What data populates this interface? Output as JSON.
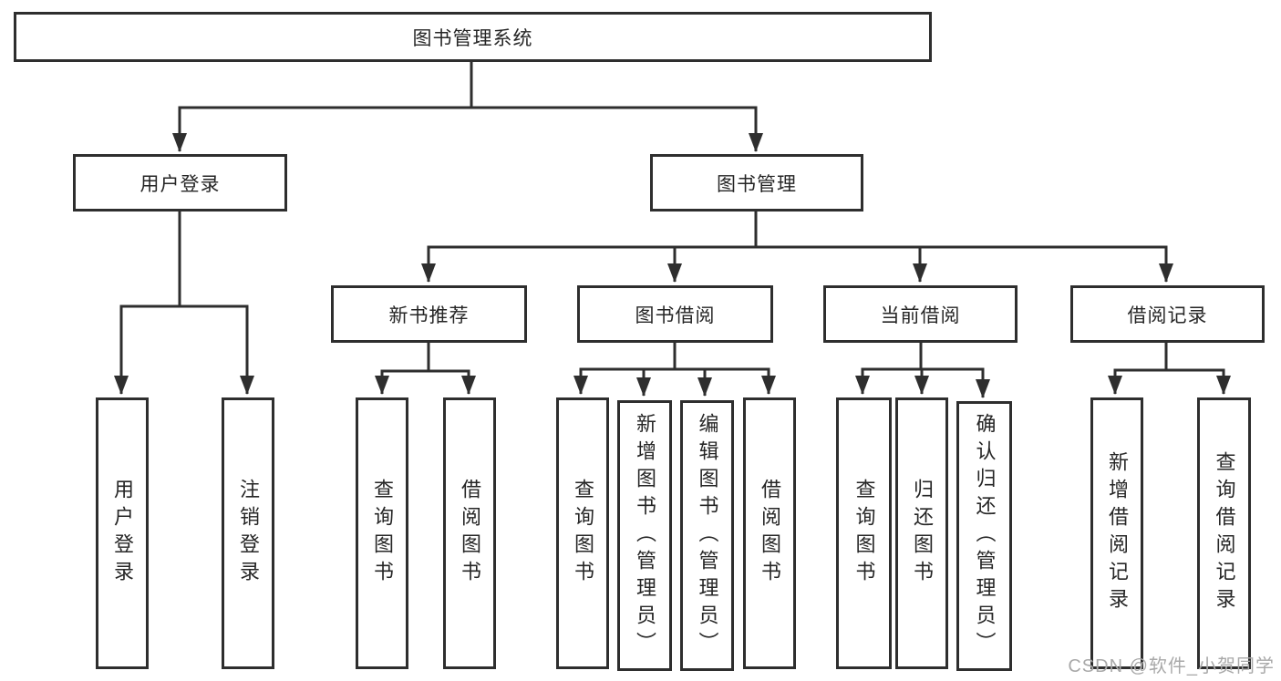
{
  "colors": {
    "line": "#2e2e2e",
    "box_border": "#2e2e2e",
    "text": "#262626",
    "watermark": "#a9a9a9",
    "background": "#ffffff"
  },
  "watermark": "CSDN @软件_小贺同学",
  "nodes": {
    "root": "图书管理系统",
    "user_login": "用户登录",
    "book_mgmt": "图书管理",
    "new_book_rec": "新书推荐",
    "book_borrow": "图书借阅",
    "current_borrow": "当前借阅",
    "borrow_record": "借阅记录",
    "v_user_login": "用户登录",
    "v_logout": "注销登录",
    "v_query_book_1": "查询图书",
    "v_borrow_book_1": "借阅图书",
    "v_query_book_2": "查询图书",
    "v_add_book": "新增图书（管理员）",
    "v_edit_book": "编辑图书（管理员）",
    "v_borrow_book_2": "借阅图书",
    "v_query_book_3": "查询图书",
    "v_return_book": "归还图书",
    "v_confirm_return": "确认归还（管理员）",
    "v_add_record": "新增借阅记录",
    "v_query_record": "查询借阅记录"
  },
  "hierarchy": [
    {
      "parent": "图书管理系统",
      "children": [
        "用户登录",
        "图书管理"
      ]
    },
    {
      "parent": "用户登录",
      "children": [
        "用户登录",
        "注销登录"
      ]
    },
    {
      "parent": "图书管理",
      "children": [
        "新书推荐",
        "图书借阅",
        "当前借阅",
        "借阅记录"
      ]
    },
    {
      "parent": "新书推荐",
      "children": [
        "查询图书",
        "借阅图书"
      ]
    },
    {
      "parent": "图书借阅",
      "children": [
        "查询图书",
        "新增图书（管理员）",
        "编辑图书（管理员）",
        "借阅图书"
      ]
    },
    {
      "parent": "当前借阅",
      "children": [
        "查询图书",
        "归还图书",
        "确认归还（管理员）"
      ]
    },
    {
      "parent": "借阅记录",
      "children": [
        "新增借阅记录",
        "查询借阅记录"
      ]
    }
  ]
}
